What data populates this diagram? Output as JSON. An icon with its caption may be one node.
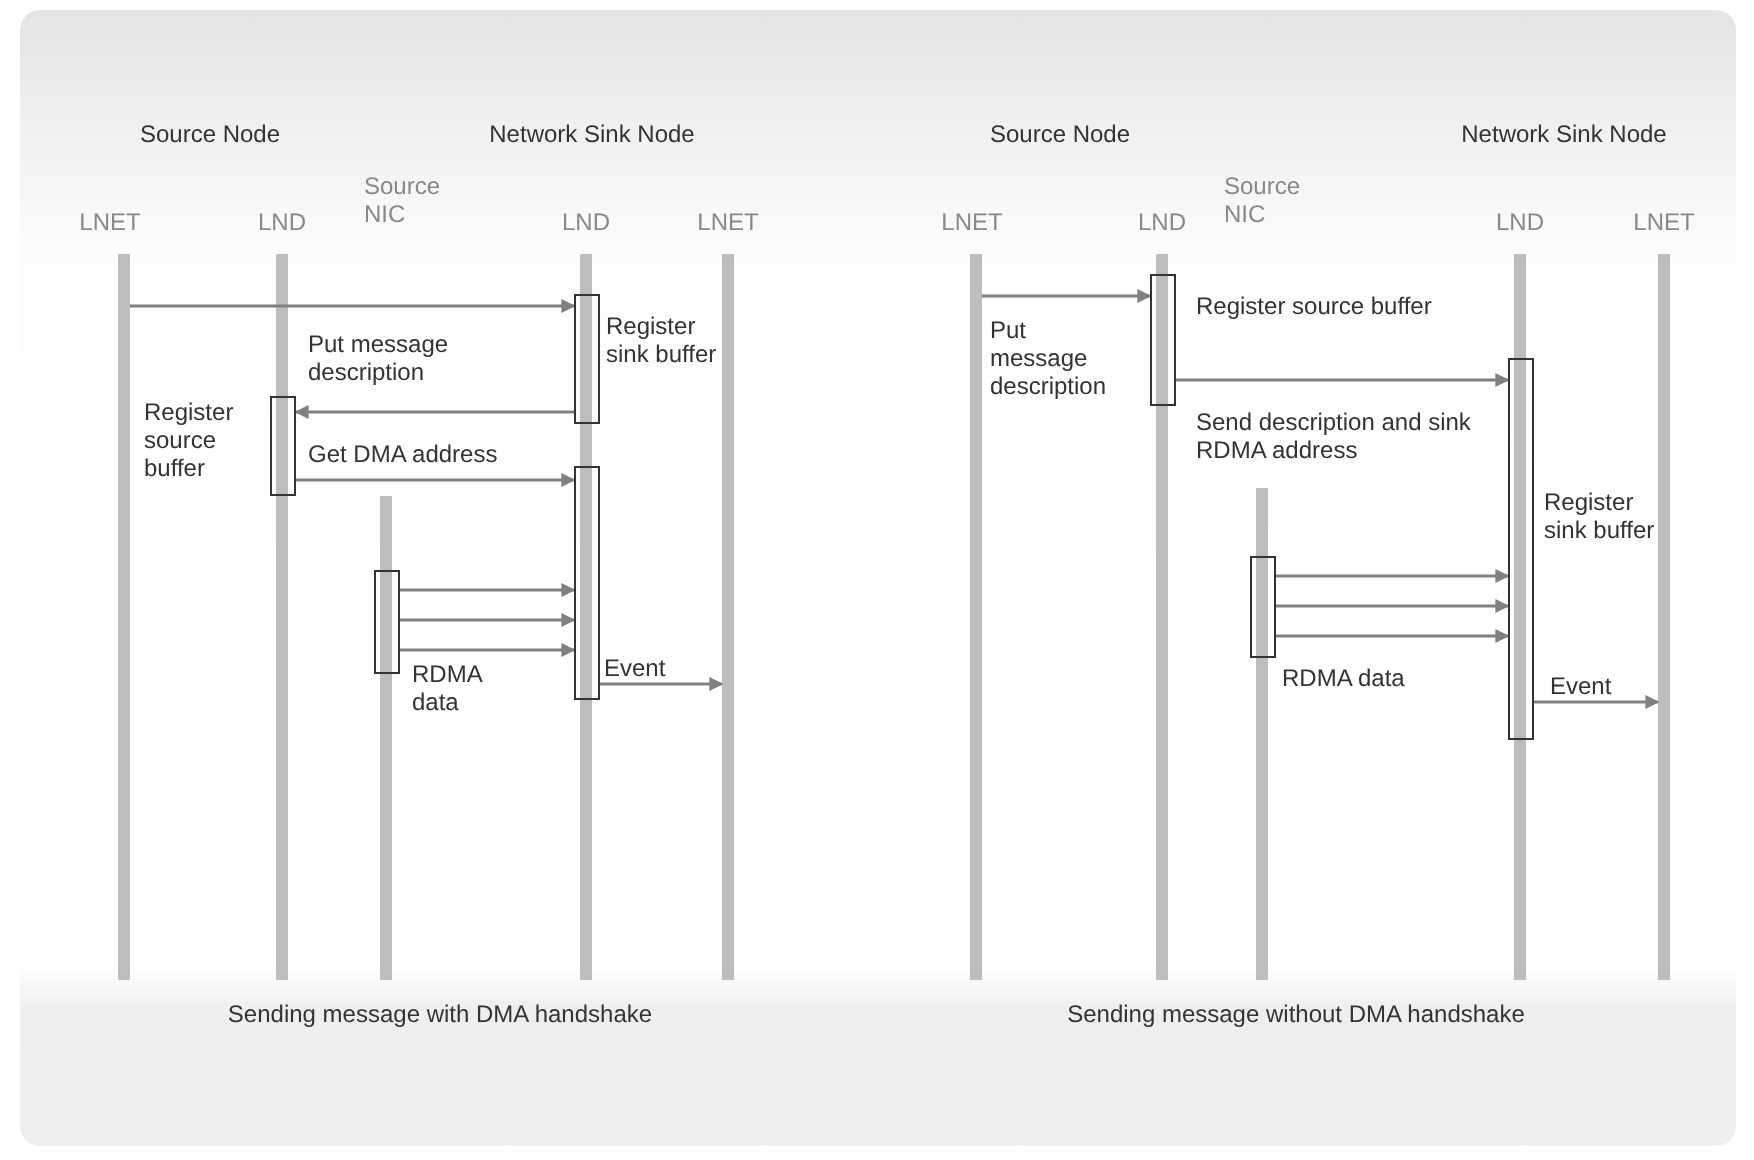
{
  "diagram": {
    "nodes": [
      {
        "text": [
          "LNET"
        ]
      },
      {
        "text": [
          "LND"
        ]
      },
      {
        "text": [],
        "shape": "bar"
      },
      {
        "text": [
          "LND"
        ]
      },
      {
        "text": [
          "LNET"
        ]
      },
      {
        "text": [],
        "shape": "box",
        "beside": [
          "Register sink buffer"
        ]
      },
      {
        "text": [],
        "shape": "box"
      },
      {
        "text": [],
        "shape": "box"
      },
      {
        "text": [],
        "shape": "box",
        "beside": [
          "RDMA data"
        ]
      },
      {
        "text": [
          "LNET"
        ]
      },
      {
        "text": [
          "LND"
        ]
      },
      {
        "text": [],
        "shape": "bar"
      },
      {
        "text": [
          "LND"
        ]
      },
      {
        "text": [
          "LNET"
        ]
      },
      {
        "text": [],
        "shape": "box",
        "beside": [
          "Register source buffer"
        ]
      },
      {
        "text": [],
        "shape": "box",
        "beside": [
          "Register sink buffer"
        ]
      },
      {
        "text": [],
        "shape": "box",
        "beside": [
          "RDMA data"
        ]
      }
    ],
    "edges": [
      {
        "from": 0,
        "to": 5,
        "arrow": "to"
      },
      {
        "from": 5,
        "to": 6,
        "arrow": "to",
        "label": "Put message description"
      },
      {
        "from": 6,
        "to": 7,
        "arrow": "to",
        "label": "Get DMA address"
      },
      {
        "from": 8,
        "to": 7,
        "arrow": "to"
      },
      {
        "from": 8,
        "to": 7,
        "arrow": "to"
      },
      {
        "from": 8,
        "to": 7,
        "arrow": "to"
      },
      {
        "from": 7,
        "to": 4,
        "arrow": "to",
        "label": "Event"
      },
      {
        "from": 9,
        "to": 14,
        "arrow": "to",
        "label": "Put message description"
      },
      {
        "from": 14,
        "to": 15,
        "arrow": "to",
        "label": "Send description and sink RDMA address"
      },
      {
        "from": 16,
        "to": 15,
        "arrow": "to"
      },
      {
        "from": 16,
        "to": 15,
        "arrow": "to"
      },
      {
        "from": 16,
        "to": 15,
        "arrow": "to"
      },
      {
        "from": 15,
        "to": 13,
        "arrow": "to",
        "label": "Event"
      }
    ],
    "labels": [
      "Source Node",
      "Network Sink Node",
      "Source NIC",
      "Register source buffer",
      "Source Node",
      "Network Sink Node",
      "Source NIC",
      "Sending message with DMA handshake",
      "Sending message without DMA handshake"
    ]
  }
}
